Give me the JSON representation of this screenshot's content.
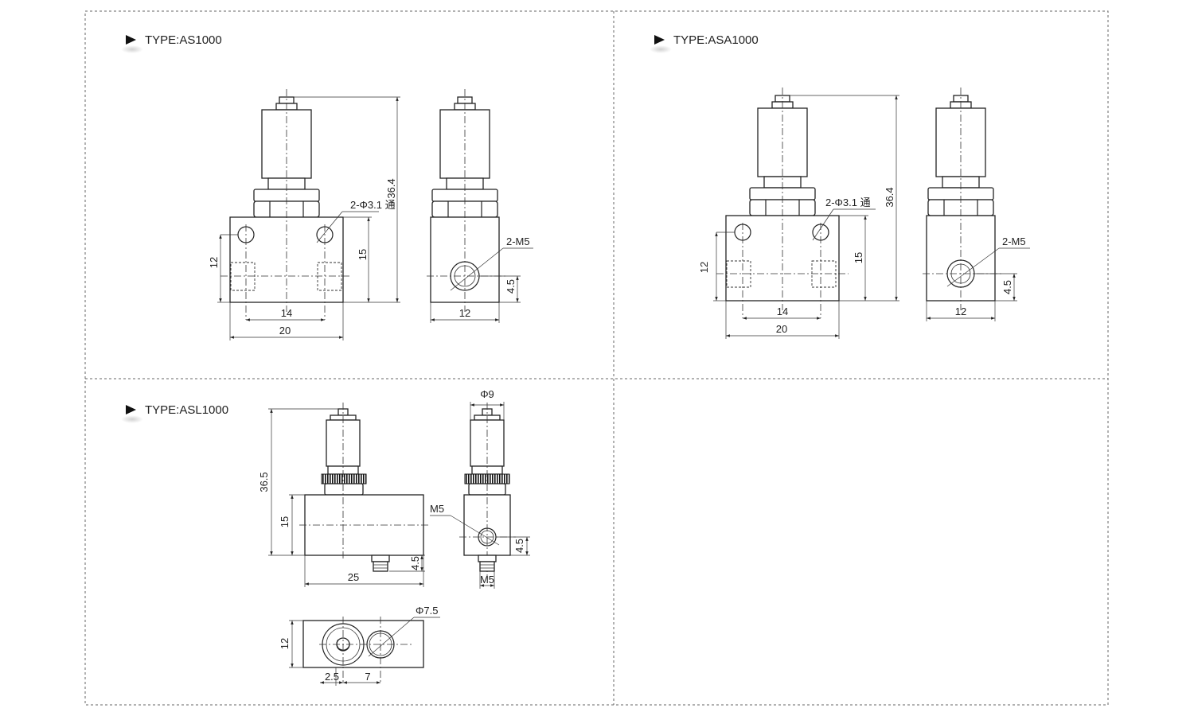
{
  "panels": {
    "as1000": {
      "type_label": "TYPE:AS1000"
    },
    "asa1000": {
      "type_label": "TYPE:ASA1000"
    },
    "asl1000": {
      "type_label": "TYPE:ASL1000"
    }
  },
  "dimensions": {
    "as1000": {
      "height": "36.4",
      "body_height": "15",
      "port_height": "12",
      "hole_spacing": "14",
      "body_width": "20",
      "through_holes": "2-Φ3.1 通",
      "side_port": "2-M5",
      "side_port_offset": "4.5",
      "side_width": "12"
    },
    "asa1000": {
      "height": "36.4",
      "body_height": "15",
      "port_height": "12",
      "hole_spacing": "14",
      "body_width": "20",
      "through_holes": "2-Φ3.1 通",
      "side_port": "2-M5",
      "side_port_offset": "4.5",
      "side_width": "12"
    },
    "asl1000": {
      "height": "36.5",
      "body_height": "15",
      "bottom_port_offset": "4.5",
      "body_width": "25",
      "top_diameter": "Φ9",
      "side_port": "M5",
      "side_port_offset": "4.5",
      "bottom_port": "M5",
      "port_diameter": "Φ7.5",
      "top_height": "12",
      "offset_a": "2.5",
      "offset_b": "7"
    }
  }
}
